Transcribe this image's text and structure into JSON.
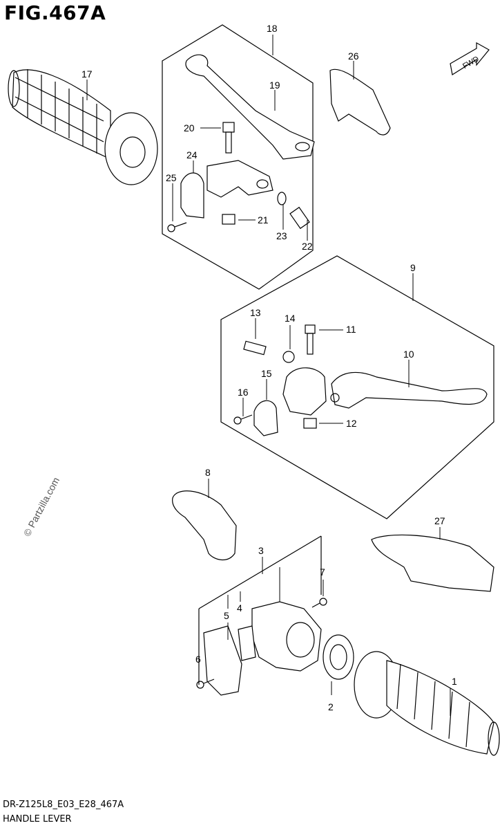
{
  "figure": {
    "title": "FIG.467A",
    "model_code": "DR-Z125L8_E03_E28_467A",
    "caption": "HANDLE LEVER",
    "watermark": "© Partzilla.com",
    "direction_label": "FWD"
  },
  "callouts": [
    "1",
    "2",
    "3",
    "4",
    "5",
    "6",
    "7",
    "8",
    "9",
    "10",
    "11",
    "12",
    "13",
    "14",
    "15",
    "16",
    "17",
    "18",
    "19",
    "20",
    "21",
    "22",
    "23",
    "24",
    "25",
    "26",
    "27"
  ]
}
